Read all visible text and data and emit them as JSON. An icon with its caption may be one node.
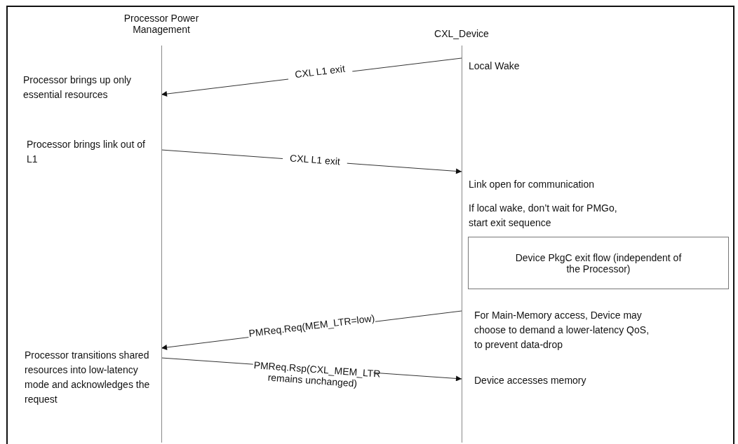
{
  "diagram": {
    "nodes": [
      {
        "text": [
          "Processor Power Management"
        ]
      },
      {
        "text": [
          "CXL_Device"
        ]
      },
      {
        "text": [
          "Device PkgC exit flow (independent of the Processor)"
        ]
      }
    ],
    "edges": [
      {
        "from": 1,
        "to": 0,
        "arrow": "to",
        "label": "CXL L1 exit"
      },
      {
        "from": 0,
        "to": 1,
        "arrow": "to",
        "label": "CXL L1 exit"
      },
      {
        "from": 1,
        "to": 0,
        "arrow": "to",
        "label": "PMReq.Req(MEM_LTR=low)"
      },
      {
        "from": 0,
        "to": 1,
        "arrow": "to",
        "label": "PMReq.Rsp(CXL_MEM_LTR remains unchanged)"
      }
    ],
    "labels": [
      "Local Wake",
      "Processor brings up only essential resources",
      "Processor brings link out of L1",
      "Link open for communication",
      "If local wake, don’t wait for PMGo, start exit sequence",
      "For Main-Memory access, Device may choose to demand a lower-latency QoS, to prevent data-drop",
      "Processor transitions shared resources into low-latency mode and acknowledges the request",
      "Device accesses memory"
    ]
  }
}
